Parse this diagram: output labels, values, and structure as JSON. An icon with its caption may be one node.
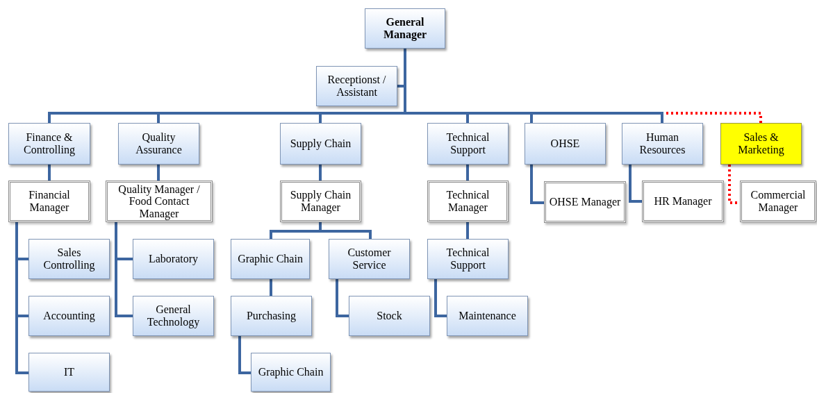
{
  "diagram": {
    "nodes": [
      {
        "text": [
          "General Manager"
        ]
      },
      {
        "text": [
          "Receptionst / Assistant"
        ]
      },
      {
        "text": [
          "Finance & Controlling"
        ]
      },
      {
        "text": [
          "Quality Assurance"
        ]
      },
      {
        "text": [
          "Supply Chain"
        ]
      },
      {
        "text": [
          "Technical Support"
        ]
      },
      {
        "text": [
          "OHSE"
        ]
      },
      {
        "text": [
          "Human Resources"
        ]
      },
      {
        "text": [
          "Sales & Marketing"
        ]
      },
      {
        "text": [
          "Financial Manager"
        ]
      },
      {
        "text": [
          "Quality Manager / Food Contact Manager"
        ]
      },
      {
        "text": [
          "Supply Chain Manager"
        ]
      },
      {
        "text": [
          "Technical Manager"
        ]
      },
      {
        "text": [
          "OHSE Manager"
        ]
      },
      {
        "text": [
          "HR Manager"
        ]
      },
      {
        "text": [
          "Commercial Manager"
        ]
      },
      {
        "text": [
          "Sales Controlling"
        ]
      },
      {
        "text": [
          "Laboratory"
        ]
      },
      {
        "text": [
          "Graphic Chain"
        ]
      },
      {
        "text": [
          "Customer Service"
        ]
      },
      {
        "text": [
          "Technical Support"
        ]
      },
      {
        "text": [
          "Accounting"
        ]
      },
      {
        "text": [
          "General Technology"
        ]
      },
      {
        "text": [
          "Purchasing"
        ]
      },
      {
        "text": [
          "Stock"
        ]
      },
      {
        "text": [
          "Maintenance"
        ]
      },
      {
        "text": [
          "IT"
        ]
      },
      {
        "text": [
          "Graphic Chain"
        ]
      }
    ],
    "edges": [
      {
        "from": 0,
        "to": 1,
        "arrow": "none"
      },
      {
        "from": 0,
        "to": 2,
        "arrow": "none"
      },
      {
        "from": 0,
        "to": 3,
        "arrow": "none"
      },
      {
        "from": 0,
        "to": 4,
        "arrow": "none"
      },
      {
        "from": 0,
        "to": 5,
        "arrow": "none"
      },
      {
        "from": 0,
        "to": 6,
        "arrow": "none"
      },
      {
        "from": 0,
        "to": 7,
        "arrow": "none"
      },
      {
        "from": 0,
        "to": 8,
        "arrow": "none",
        "style": "dashed",
        "color": "#ff0000"
      },
      {
        "from": 2,
        "to": 9,
        "arrow": "none"
      },
      {
        "from": 3,
        "to": 10,
        "arrow": "none"
      },
      {
        "from": 4,
        "to": 11,
        "arrow": "none"
      },
      {
        "from": 5,
        "to": 12,
        "arrow": "none"
      },
      {
        "from": 6,
        "to": 13,
        "arrow": "none"
      },
      {
        "from": 7,
        "to": 14,
        "arrow": "none"
      },
      {
        "from": 8,
        "to": 15,
        "arrow": "none",
        "style": "dashed",
        "color": "#ff0000"
      },
      {
        "from": 9,
        "to": 16,
        "arrow": "none"
      },
      {
        "from": 9,
        "to": 21,
        "arrow": "none"
      },
      {
        "from": 9,
        "to": 26,
        "arrow": "none"
      },
      {
        "from": 10,
        "to": 17,
        "arrow": "none"
      },
      {
        "from": 10,
        "to": 22,
        "arrow": "none"
      },
      {
        "from": 11,
        "to": 18,
        "arrow": "none"
      },
      {
        "from": 11,
        "to": 19,
        "arrow": "none"
      },
      {
        "from": 18,
        "to": 23,
        "arrow": "none"
      },
      {
        "from": 23,
        "to": 27,
        "arrow": "none"
      },
      {
        "from": 19,
        "to": 24,
        "arrow": "none"
      },
      {
        "from": 12,
        "to": 20,
        "arrow": "none"
      },
      {
        "from": 20,
        "to": 25,
        "arrow": "none"
      }
    ]
  }
}
